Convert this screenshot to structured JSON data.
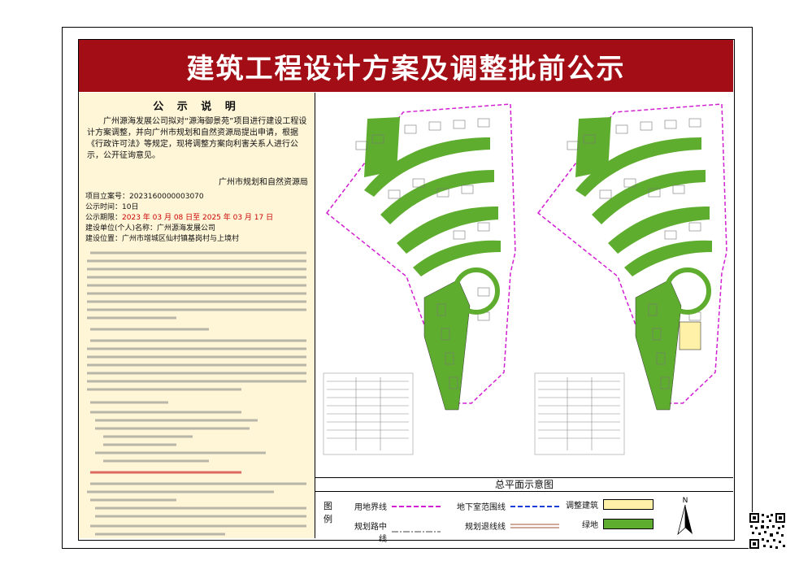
{
  "title": "建筑工程设计方案及调整批前公示",
  "notice": {
    "heading": "公 示 说 明",
    "intro": "广州源海发展公司拟对“源海御景苑”项目进行建设工程设计方案调整，并向广州市规划和自然资源局提出申请，根据《行政许可法》等规定，现将调整方案向利害关系人进行公示，公开征询意见。",
    "signature": "广州市规划和自然资源局",
    "project_no_label": "项目立案号：",
    "project_no": "2023160000003070",
    "period_label": "公示时间：",
    "period_value": "10日",
    "deadline_label": "公示期限：",
    "deadline_value": "2023 年 03 月 08 日至 2025 年 03 月 17 日",
    "applicant_label": "建设单位(个人)名称：",
    "applicant": "广州源海发展公司",
    "location_label": "建设位置：",
    "location": "广州市增城区仙村镇基岗村与上境村"
  },
  "plan": {
    "caption": "总平面示意图",
    "north": "N"
  },
  "legend": {
    "title": "图例",
    "items": [
      {
        "label": "用地界线",
        "style": "dash-magenta"
      },
      {
        "label": "地下室范围线",
        "style": "dash-blue"
      },
      {
        "label": "调整建筑",
        "style": "fill-yellow"
      },
      {
        "label": "规划路中线",
        "style": "dashdot"
      },
      {
        "label": "规划退线线",
        "style": "brown-line"
      },
      {
        "label": "绿地",
        "style": "fill-green"
      }
    ]
  },
  "colors": {
    "title_bg": "#a30d16",
    "notice_bg": "#fff6d8",
    "green": "#5fad2f",
    "yellow": "#fff2a8",
    "magenta": "#d21fd2"
  }
}
